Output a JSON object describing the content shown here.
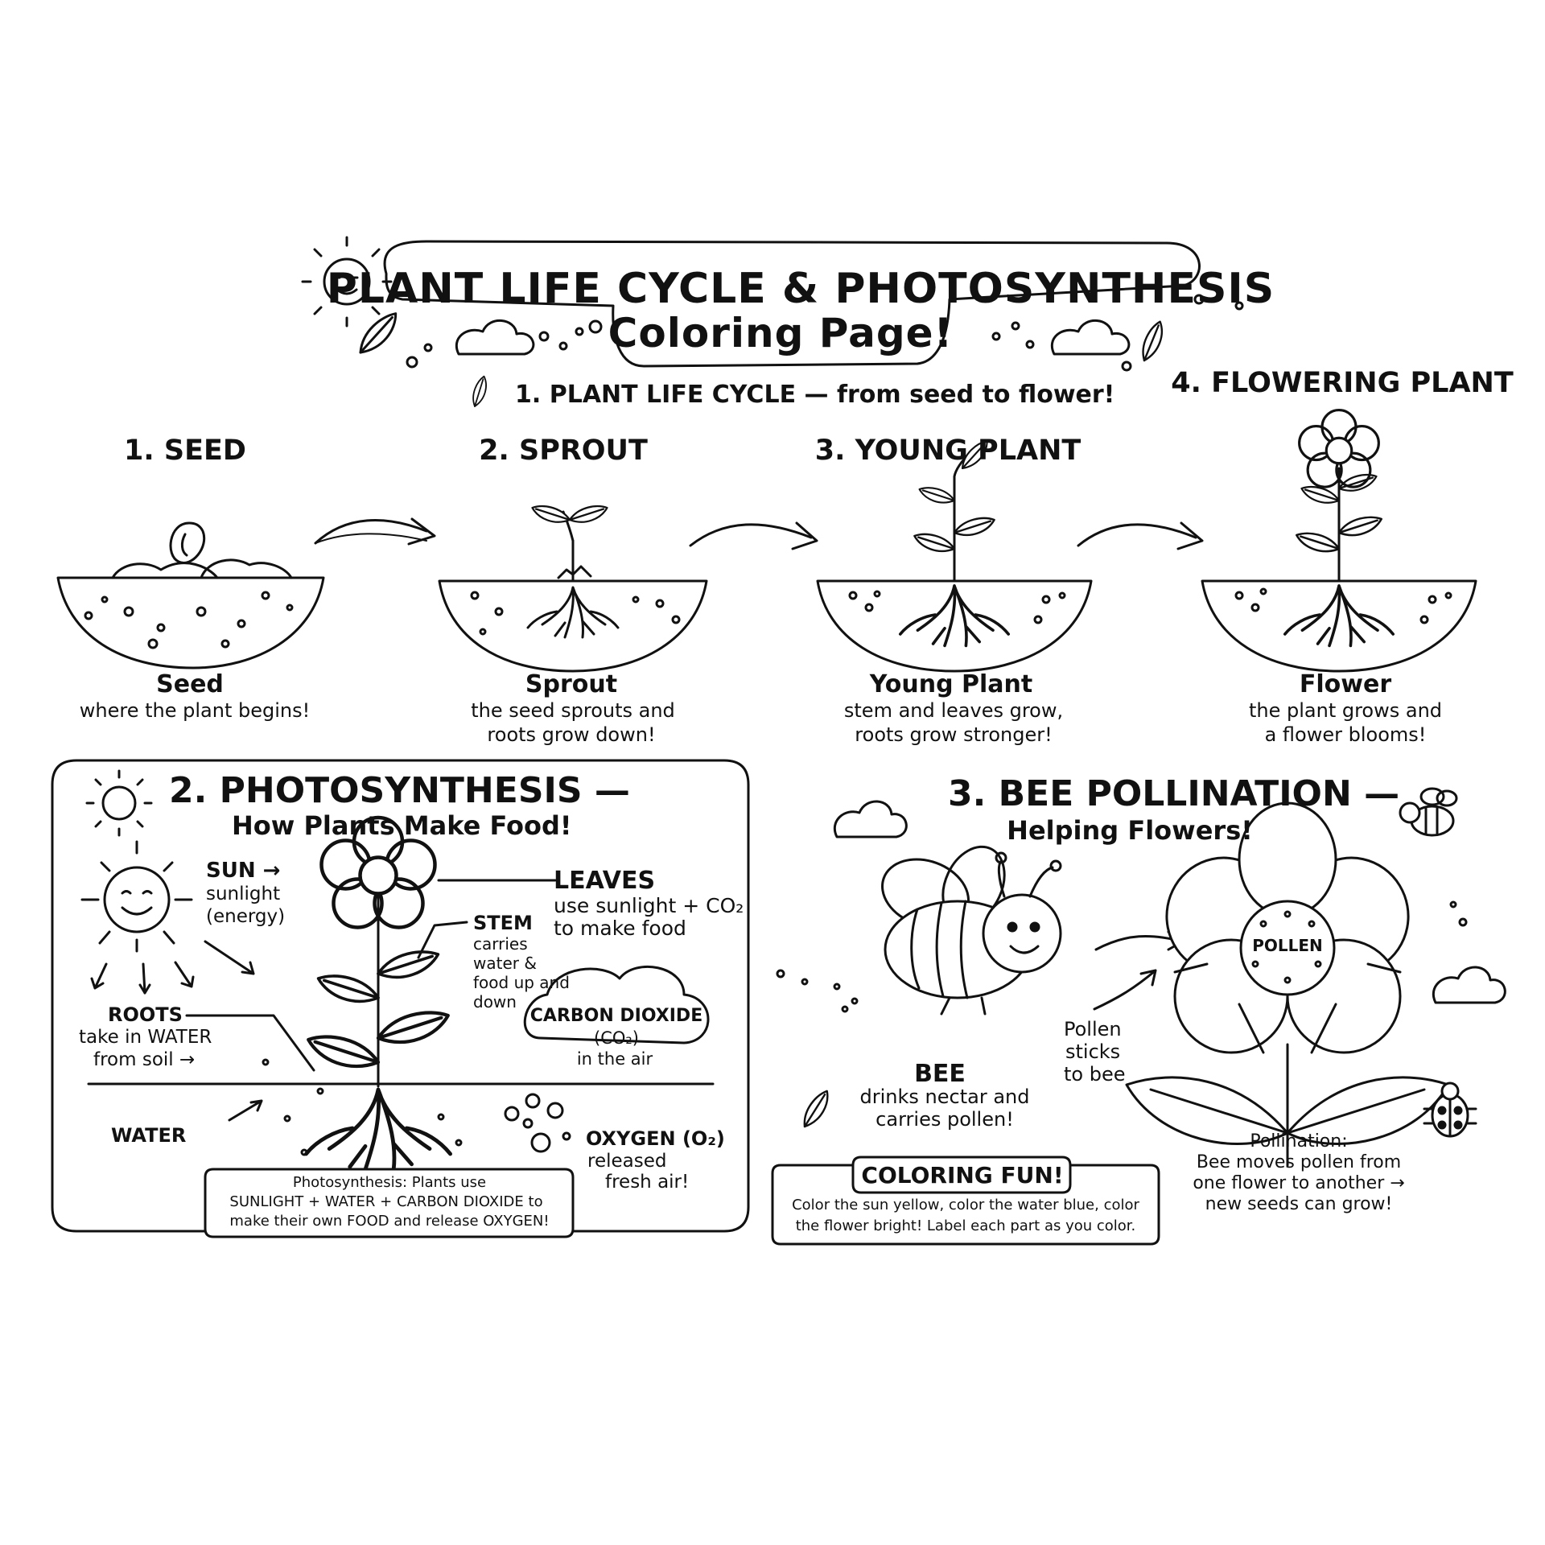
{
  "header": {
    "title_line1": "PLANT LIFE CYCLE & PHOTOSYNTHESIS",
    "title_line2": "Coloring Page!",
    "section1_heading": "1. PLANT LIFE CYCLE — from seed to flower!"
  },
  "life_cycle": {
    "stages": [
      {
        "label": "1. SEED",
        "caption_title": "Seed",
        "caption_line1": "where the plant begins!",
        "caption_line2": ""
      },
      {
        "label": "2. SPROUT",
        "caption_title": "Sprout",
        "caption_line1": "the seed sprouts and",
        "caption_line2": "roots grow down!"
      },
      {
        "label": "3. YOUNG PLANT",
        "caption_title": "Young Plant",
        "caption_line1": "stem and leaves grow,",
        "caption_line2": "roots grow stronger!"
      },
      {
        "label": "4. FLOWERING PLANT",
        "caption_title": "Flower",
        "caption_line1": "the plant grows and",
        "caption_line2": "a flower blooms!"
      }
    ]
  },
  "photosynthesis": {
    "heading": "2. PHOTOSYNTHESIS —",
    "subheading": "How Plants Make Food!",
    "sun_label": "SUN →",
    "sun_line1": "sunlight",
    "sun_line2": "(energy)",
    "leaves_label": "LEAVES",
    "leaves_line1": "use sunlight + CO₂",
    "leaves_line2": "to make food",
    "stem_label": "STEM",
    "stem_line1": "carries",
    "stem_line2": "water &",
    "stem_line3": "food up and",
    "stem_line4": "down",
    "roots_label": "ROOTS",
    "roots_line1": "take in WATER",
    "roots_line2": "from soil →",
    "co2_line1": "CARBON DIOXIDE",
    "co2_line2": "(CO₂)",
    "co2_line3": "in the air",
    "water_label": "WATER",
    "oxygen_label": "OXYGEN (O₂)",
    "oxygen_line1": "released",
    "oxygen_line2": "fresh air!",
    "summary_line1": "Photosynthesis: Plants use",
    "summary_line2": "SUNLIGHT + WATER + CARBON DIOXIDE to",
    "summary_line3": "make their own FOOD and release OXYGEN!"
  },
  "pollination": {
    "heading": "3. BEE POLLINATION —",
    "subheading": "Helping Flowers!",
    "pollen_label": "POLLEN",
    "bee_label": "BEE",
    "bee_line1": "drinks nectar and",
    "bee_line2": "carries pollen!",
    "pollen_sticks_line1": "Pollen",
    "pollen_sticks_line2": "sticks",
    "pollen_sticks_line3": "to bee",
    "caption_title": "Pollination:",
    "caption_line1": "Bee moves pollen from",
    "caption_line2": "one flower to another →",
    "caption_line3": "new seeds can grow!"
  },
  "coloring_fun": {
    "title": "COLORING FUN!",
    "line1": "Color the sun yellow, color the water blue, color",
    "line2": "the flower bright! Label each part as you color."
  },
  "icons": [
    "sun-icon",
    "cloud-icon",
    "leaf-icon",
    "arrow-icon",
    "bee-icon",
    "ladybug-icon",
    "flower-icon",
    "seed-icon",
    "soil-icon"
  ]
}
